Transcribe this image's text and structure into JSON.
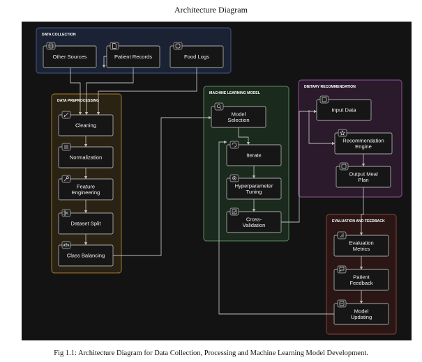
{
  "page": {
    "title": "Architecture Diagram",
    "caption": "Fig 1.1: Architecture Diagram for Data Collection, Processing and Machine Learning Model Development."
  },
  "groups": {
    "data_collection": {
      "label": "DATA COLLECTION",
      "border": "#3b4f78",
      "fill": "#1a2233"
    },
    "data_preprocessing": {
      "label": "DATA PREPROCESSING",
      "border": "#8a6a2e",
      "fill": "#2a2212"
    },
    "ml_model": {
      "label": "MACHINE LEARNING MODEL",
      "border": "#4f7a52",
      "fill": "#1a2a1c"
    },
    "dietary_recommendation": {
      "label": "DIETARY RECOMMENDATION",
      "border": "#7b4b7f",
      "fill": "#2a1a2c"
    },
    "evaluation_feedback": {
      "label": "EVALUATION AND FEEDBACK",
      "border": "#7a3a34",
      "fill": "#2a1614"
    }
  },
  "nodes": {
    "other_sources": "Other Sources",
    "patient_records": "Patient Records",
    "food_logs": "Food Logs",
    "cleaning": "Cleaning",
    "normalization": "Normalization",
    "feature_engineering": [
      "Feature",
      "Engineering"
    ],
    "dataset_split": "Dataset Split",
    "class_balancing": "Class Balancing",
    "model_selection": [
      "Model",
      "Selection"
    ],
    "iterate": "Iterate",
    "hyperparameter_tuning": [
      "Hyperparameter",
      "Tuning"
    ],
    "cross_validation": [
      "Cross-",
      "Validation"
    ],
    "input_data": "Input Data",
    "recommendation_engine": [
      "Recommendation",
      "Engine"
    ],
    "output_meal_plan": [
      "Output Meal",
      "Plan"
    ],
    "evaluation_metrics": [
      "Evaluation",
      "Metrics"
    ],
    "patient_feedback": [
      "Patient",
      "Feedback"
    ],
    "model_updating": [
      "Model",
      "Updating"
    ]
  },
  "icons": {
    "other_sources": "database-icon",
    "patient_records": "file-icon",
    "food_logs": "window-icon",
    "cleaning": "broom-icon",
    "normalization": "sliders-icon",
    "feature_engineering": "wrench-icon",
    "dataset_split": "scissors-icon",
    "class_balancing": "scale-icon",
    "model_selection": "search-icon",
    "iterate": "loop-icon",
    "hyperparameter_tuning": "gear-icon",
    "cross_validation": "check-icon",
    "input_data": "input-icon",
    "recommendation_engine": "star-icon",
    "output_meal_plan": "output-icon",
    "evaluation_metrics": "bar-chart-icon",
    "patient_feedback": "message-icon",
    "model_updating": "refresh-icon"
  },
  "colors": {
    "canvas": "#131313",
    "node_fill": "#161616",
    "node_border": "#a9a9a9",
    "edge": "#bdbdbd"
  }
}
